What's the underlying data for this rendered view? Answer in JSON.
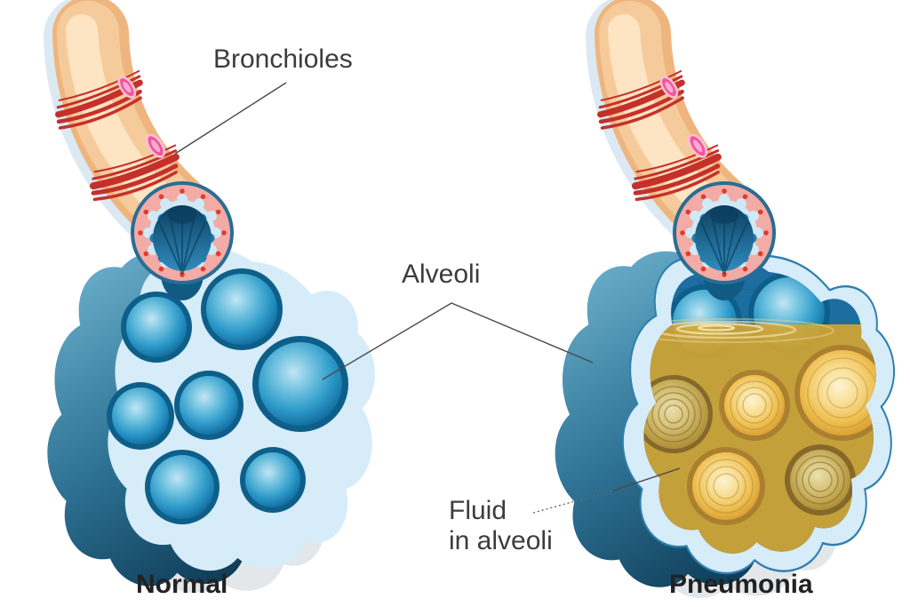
{
  "diagram": {
    "subject": "Bronchioles and alveoli: normal vs pneumonia",
    "annotations": {
      "bronchioles": "Bronchioles",
      "alveoli": "Alveoli",
      "fluid_in_alveoli": [
        "Fluid",
        "in alveoli"
      ]
    },
    "captions": {
      "normal": "Normal",
      "pneumonia": "Pneumonia"
    },
    "colors": {
      "alveoli_blue": "#2f9bca",
      "fluid_yellow": "#dca72c",
      "muscle_red": "#c5302c",
      "bronchiole_peach": "#f6cb9b",
      "sac_light_blue": "#d6ecf8",
      "sac_interior_blue": "#1d6da0",
      "shadow_teal": "#2e7294",
      "label_text": "#3c3c3c"
    }
  }
}
